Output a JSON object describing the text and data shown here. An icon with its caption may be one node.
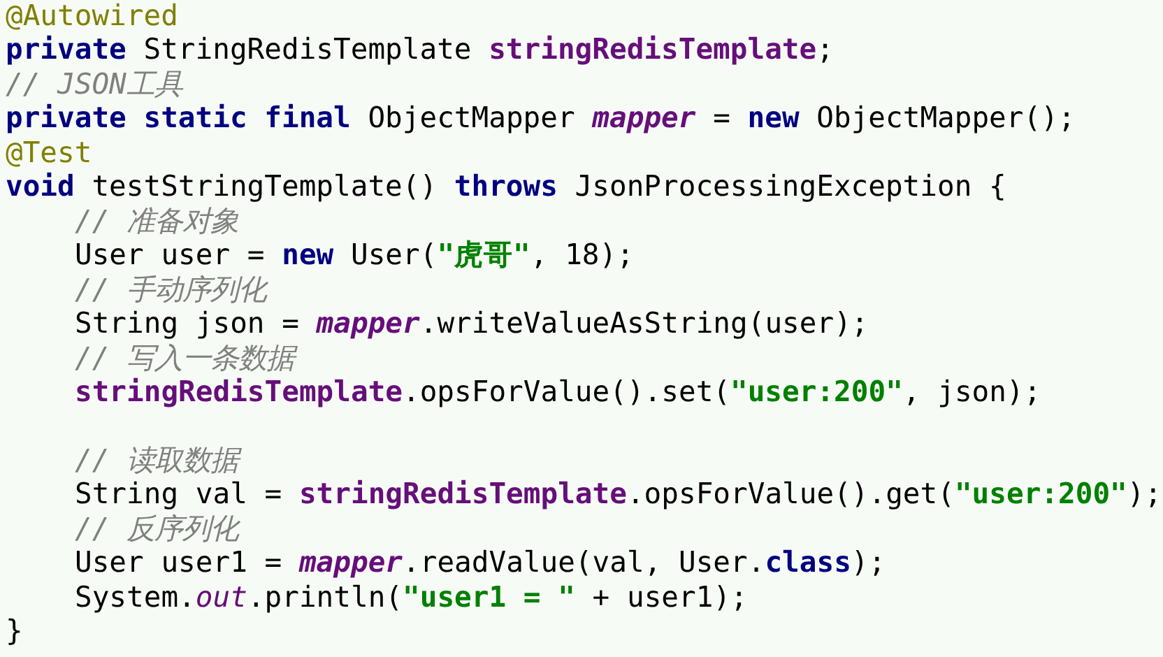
{
  "diagram": {
    "labels": [
      "@Autowired",
      "**private** StringRedisTemplate **stringRedisTemplate**;",
      "// JSON工具",
      "**private** **static** **final** ObjectMapper *mapper* = **new** ObjectMapper();",
      "@Test",
      "**void** testStringTemplate() **throws** JsonProcessingException {",
      "// 准备对象",
      "User user = **new** User(**\"虎哥\"**, 18);",
      "// 手动序列化",
      "String json = *mapper*.writeValueAsString(user);",
      "// 写入一条数据",
      "**stringRedisTemplate**.opsForValue().set(**\"user:200\"**, json);",
      "// 读取数据",
      "String val = **stringRedisTemplate**.opsForValue().get(**\"user:200\"**);",
      "// 反序列化",
      "User user1 = *mapper*.readValue(val, User.**class**);",
      "System.*out*.println(**\"user1 = \"** + user1);",
      "}"
    ]
  }
}
